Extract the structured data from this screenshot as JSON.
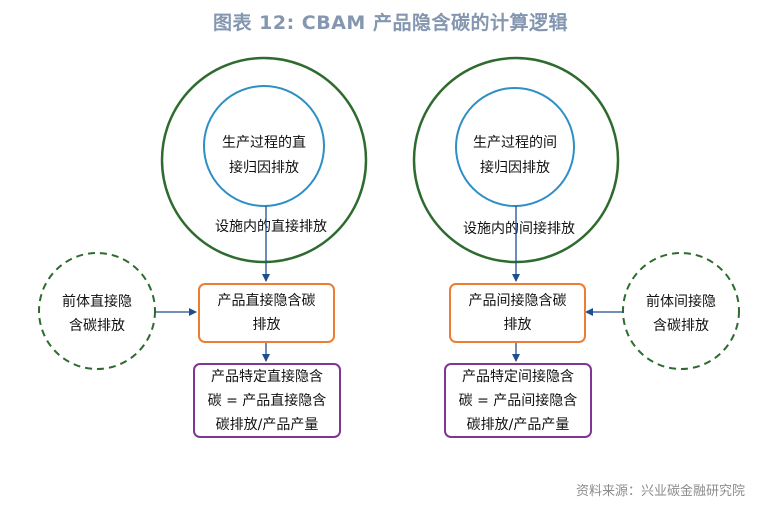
{
  "title": "图表 12: CBAM 产品隐含碳的计算逻辑",
  "left": {
    "process_line1": "生产过程的直",
    "process_line2": "接归因排放",
    "facility": "设施内的直接排放",
    "precursor_line1": "前体直接隐",
    "precursor_line2": "含碳排放",
    "product_line1": "产品直接隐含碳",
    "product_line2": "排放",
    "specific_line1": "产品特定直接隐含",
    "specific_line2": "碳 = 产品直接隐含",
    "specific_line3": "碳排放/产品产量"
  },
  "right": {
    "process_line1": "生产过程的间",
    "process_line2": "接归因排放",
    "facility": "设施内的间接排放",
    "precursor_line1": "前体间接隐",
    "precursor_line2": "含碳排放",
    "product_line1": "产品间接隐含碳",
    "product_line2": "排放",
    "specific_line1": "产品特定间接隐含",
    "specific_line2": "碳 = 产品间接隐含",
    "specific_line3": "碳排放/产品产量"
  },
  "source": "资料来源：兴业碳金融研究院",
  "colors": {
    "outer_circle": "#2E6B2E",
    "inner_circle": "#2E8FC5",
    "dashed_circle": "#2E6B2E",
    "product_box": "#ED7D31",
    "specific_box": "#7E3794",
    "arrow": "#1F4E8C",
    "title": "#8496B0"
  }
}
